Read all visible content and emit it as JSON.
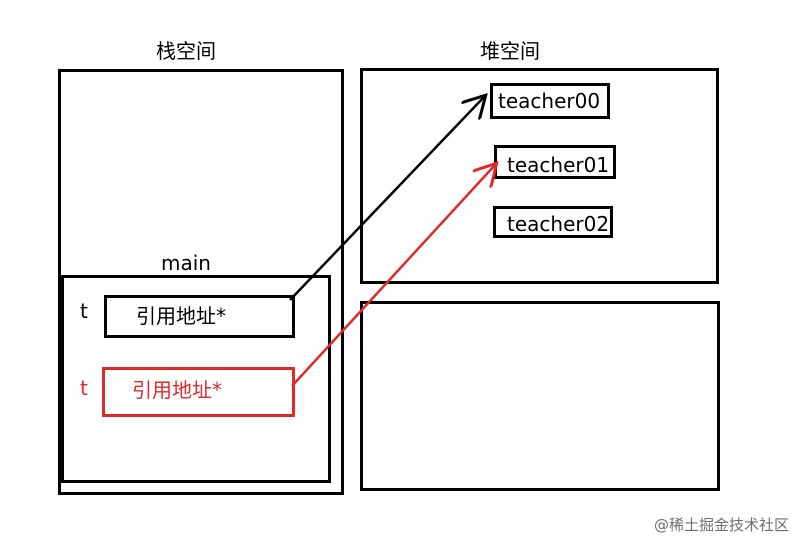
{
  "stack": {
    "title": "栈空间",
    "frame_label": "main",
    "refs": [
      {
        "var": "t",
        "text": "引用地址*",
        "color": "#000000"
      },
      {
        "var": "t",
        "text": "引用地址*",
        "color": "#e02a2a"
      }
    ]
  },
  "heap": {
    "title": "堆空间",
    "objects": [
      "teacher00",
      "teacher01",
      "teacher02"
    ]
  },
  "watermark": {
    "text": "@稀土掘金技术社区"
  }
}
